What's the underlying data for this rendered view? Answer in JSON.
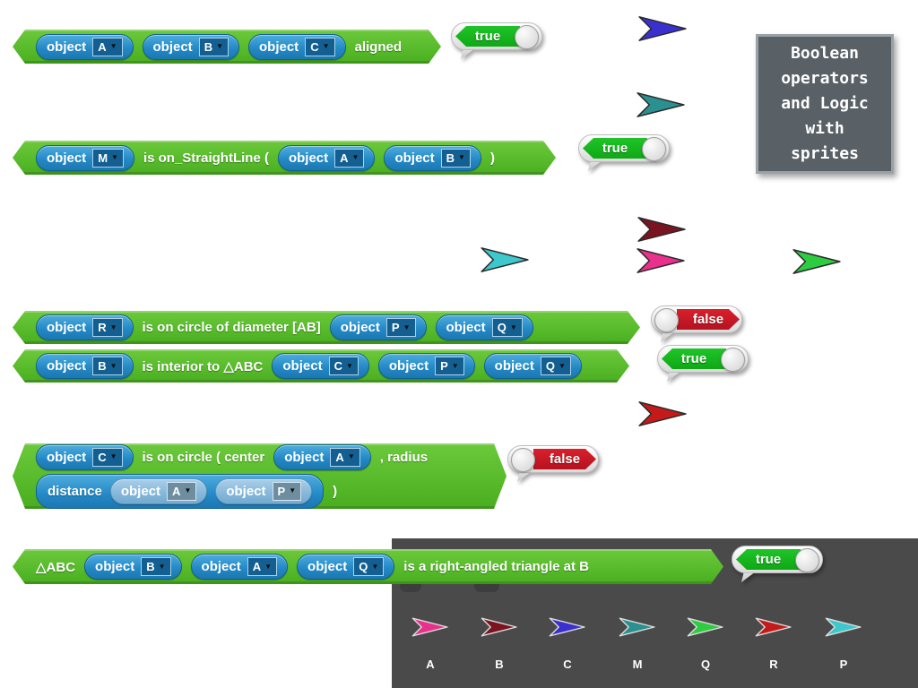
{
  "ui": {
    "dropdown_arrow": "▼"
  },
  "note": {
    "lines": [
      "Boolean",
      "operators",
      "and Logic",
      "with",
      "sprites"
    ]
  },
  "colors": {
    "block_green": "#58bb2b",
    "reporter_blue": "#2489c6",
    "true_green": "#14b31c",
    "false_red": "#c81724",
    "panel_gray": "#4a4a4a",
    "note_gray": "#596066"
  },
  "blocks": [
    {
      "result": "true",
      "parts": [
        {
          "t": "object",
          "o": "A"
        },
        {
          "t": "object",
          "o": "B"
        },
        {
          "t": "object",
          "o": "C"
        },
        {
          "label": "aligned"
        }
      ]
    },
    {
      "result": "true",
      "parts": [
        {
          "t": "object",
          "o": "M"
        },
        {
          "label": "is on_StraightLine ("
        },
        {
          "t": "object",
          "o": "A"
        },
        {
          "t": "object",
          "o": "B"
        },
        {
          "label": ")"
        }
      ]
    },
    {
      "result": "false",
      "parts": [
        {
          "t": "object",
          "o": "R"
        },
        {
          "label": "is on circle of diameter [AB]"
        },
        {
          "t": "object",
          "o": "P"
        },
        {
          "t": "object",
          "o": "Q"
        }
      ]
    },
    {
      "result": "true",
      "parts": [
        {
          "t": "object",
          "o": "B"
        },
        {
          "label": "is interior to △ABC"
        },
        {
          "t": "object",
          "o": "C"
        },
        {
          "t": "object",
          "o": "P"
        },
        {
          "t": "object",
          "o": "Q"
        }
      ]
    },
    {
      "result": "false",
      "line1": [
        {
          "t": "object",
          "o": "C"
        },
        {
          "label": "is on circle ( center"
        },
        {
          "t": "object",
          "o": "A"
        },
        {
          "label": ", radius"
        }
      ],
      "line2": {
        "label": "distance",
        "args": [
          {
            "t": "object",
            "o": "A"
          },
          {
            "t": "object",
            "o": "P"
          }
        ],
        "close": ")"
      }
    },
    {
      "result": "true",
      "parts": [
        {
          "label": "△ABC"
        },
        {
          "t": "object",
          "o": "B"
        },
        {
          "t": "object",
          "o": "A"
        },
        {
          "t": "object",
          "o": "Q"
        },
        {
          "label": "is a right-angled triangle at B"
        }
      ]
    }
  ],
  "canvas_sprites": [
    {
      "color": "#3a30d0"
    },
    {
      "color": "#2b9090"
    },
    {
      "color": "#7a1420"
    },
    {
      "color": "#e8308c"
    },
    {
      "color": "#3cc8cc"
    },
    {
      "color": "#2ecc40"
    },
    {
      "color": "#c41a1a"
    }
  ],
  "corral": {
    "items": [
      {
        "label": "A",
        "color": "#e8308c"
      },
      {
        "label": "B",
        "color": "#7a1420"
      },
      {
        "label": "C",
        "color": "#3a30d0"
      },
      {
        "label": "M",
        "color": "#2b9090"
      },
      {
        "label": "Q",
        "color": "#2ecc40"
      },
      {
        "label": "R",
        "color": "#c41a1a"
      },
      {
        "label": "P",
        "color": "#3cc8cc"
      }
    ]
  }
}
